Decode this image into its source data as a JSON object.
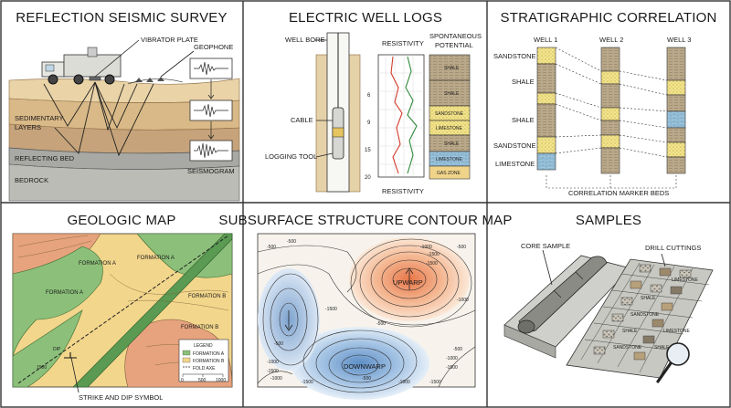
{
  "panels": {
    "seismic": {
      "title": "REFLECTION SEISMIC SURVEY",
      "labels": [
        "VIBRATOR PLATE",
        "GEOPHONE",
        "SEDIMENTARY",
        "LAYERS",
        "REFLECTING BED",
        "BEDROCK",
        "SEISMOGRAM"
      ]
    },
    "welllogs": {
      "title": "ELECTRIC WELL LOGS",
      "labels": {
        "well_bore": "WELL BORE",
        "cable": "CABLE",
        "logging_tool": "LOGGING TOOL",
        "resistivity_top": "RESISTIVITY",
        "spontaneous": "SPONTANEOUS",
        "potential": "POTENTIAL",
        "resistivity_bottom": "RESISTIVITY"
      },
      "depth_ticks": [
        "6",
        "9",
        "15",
        "20"
      ],
      "column": [
        "SHALE",
        "SHALE",
        "SANDSTONE",
        "LIMESTONE",
        "SHALE",
        "LIMESTONE",
        "GAS ZONE"
      ]
    },
    "strat": {
      "title": "STRATIGRAPHIC CORRELATION",
      "wells": [
        "WELL 1",
        "WELL 2",
        "WELL 3"
      ],
      "side_labels": [
        "SANDSTONE",
        "SHALE",
        "SHALE",
        "SANDSTONE",
        "LIMESTONE"
      ],
      "caption": "CORRELATION MARKER BEDS"
    },
    "geomap": {
      "title": "GEOLOGIC MAP",
      "labels": [
        "FORMATION A",
        "FORMATION A",
        "FORMATION A",
        "FORMATION B",
        "FORMATION B",
        "DIP",
        "1500"
      ],
      "legend": {
        "title": "LEGEND",
        "items": [
          "FORMATION A",
          "FORMATION B",
          "FOLD AXE"
        ],
        "scale": [
          "0",
          "500",
          "1000"
        ]
      },
      "caption": "STRIKE AND DIP SYMBOL"
    },
    "contour": {
      "title": "SUBSURFACE STRUCTURE CONTOUR MAP",
      "features": [
        "UPWARP",
        "DOWNWARP"
      ],
      "values": [
        "-500",
        "-500",
        "-1000",
        "-1500",
        "-1500",
        "-500",
        "-1000",
        "-1500",
        "-500",
        "-1000",
        "-1500",
        "-500",
        "-1000",
        "-1500",
        "-1000",
        "-1500",
        "-500",
        "-1000",
        "-1500",
        "-500"
      ]
    },
    "samples": {
      "title": "SAMPLES",
      "labels": [
        "CORE SAMPLE",
        "DRILL CUTTINGS"
      ],
      "tray_labels": [
        "SHALE",
        "LIMESTONE",
        "SANDSTONE",
        "SHALE",
        "LIMESTONE",
        "SANDSTONE",
        "SHALE"
      ]
    }
  },
  "colors": {
    "border": "#333333",
    "formation_a": "#8cc07a",
    "formation_b": "#f2d68c",
    "formation_c": "#e6a37e",
    "sandstone": "#f4e48a",
    "shale": "#b9a889",
    "limestone": "#9ec6de",
    "upwarp": "#ef9a6b",
    "downwarp": "#7ea7d4"
  }
}
